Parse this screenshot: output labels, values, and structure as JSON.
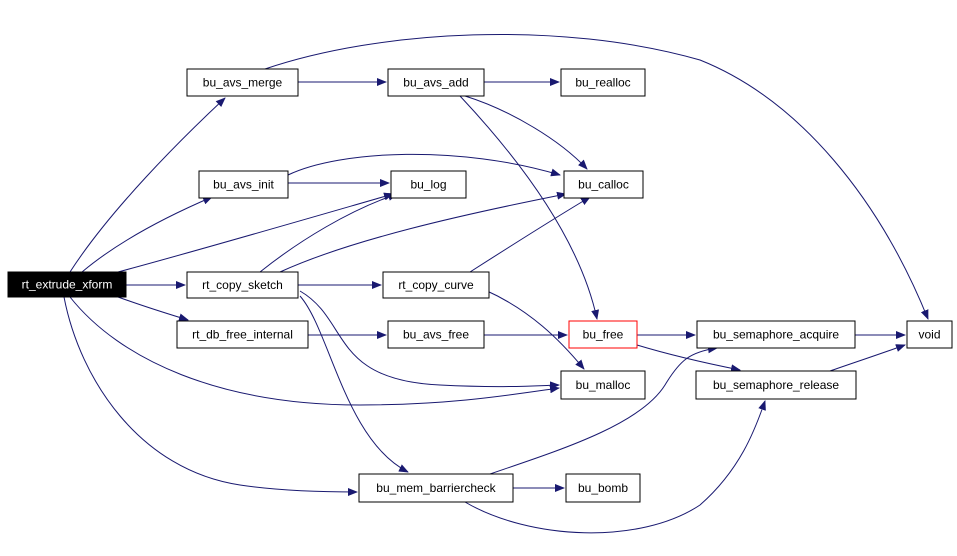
{
  "diagram": {
    "colors": {
      "edge": "#191970",
      "node_border": "#000000",
      "root_fill": "#000000",
      "root_text": "#ffffff",
      "highlight_border": "#ff0000",
      "node_fill": "#ffffff",
      "node_text": "#000000"
    },
    "nodes": [
      {
        "id": "rt_extrude_xform",
        "label": "rt_extrude_xform",
        "style": "root"
      },
      {
        "id": "bu_avs_merge",
        "label": "bu_avs_merge",
        "style": "normal"
      },
      {
        "id": "bu_avs_add",
        "label": "bu_avs_add",
        "style": "normal"
      },
      {
        "id": "bu_realloc",
        "label": "bu_realloc",
        "style": "normal"
      },
      {
        "id": "bu_avs_init",
        "label": "bu_avs_init",
        "style": "normal"
      },
      {
        "id": "bu_log",
        "label": "bu_log",
        "style": "normal"
      },
      {
        "id": "bu_calloc",
        "label": "bu_calloc",
        "style": "normal"
      },
      {
        "id": "rt_copy_sketch",
        "label": "rt_copy_sketch",
        "style": "normal"
      },
      {
        "id": "rt_copy_curve",
        "label": "rt_copy_curve",
        "style": "normal"
      },
      {
        "id": "rt_db_free_internal",
        "label": "rt_db_free_internal",
        "style": "normal"
      },
      {
        "id": "bu_avs_free",
        "label": "bu_avs_free",
        "style": "normal"
      },
      {
        "id": "bu_free",
        "label": "bu_free",
        "style": "highlight"
      },
      {
        "id": "bu_semaphore_acquire",
        "label": "bu_semaphore_acquire",
        "style": "normal"
      },
      {
        "id": "void",
        "label": "void",
        "style": "normal"
      },
      {
        "id": "bu_malloc",
        "label": "bu_malloc",
        "style": "normal"
      },
      {
        "id": "bu_semaphore_release",
        "label": "bu_semaphore_release",
        "style": "normal"
      },
      {
        "id": "bu_mem_barriercheck",
        "label": "bu_mem_barriercheck",
        "style": "normal"
      },
      {
        "id": "bu_bomb",
        "label": "bu_bomb",
        "style": "normal"
      }
    ],
    "edges": [
      {
        "from": "rt_extrude_xform",
        "to": "bu_avs_merge"
      },
      {
        "from": "rt_extrude_xform",
        "to": "bu_avs_init"
      },
      {
        "from": "rt_extrude_xform",
        "to": "bu_log"
      },
      {
        "from": "rt_extrude_xform",
        "to": "rt_copy_sketch"
      },
      {
        "from": "rt_extrude_xform",
        "to": "rt_db_free_internal"
      },
      {
        "from": "rt_extrude_xform",
        "to": "bu_malloc"
      },
      {
        "from": "rt_extrude_xform",
        "to": "bu_mem_barriercheck"
      },
      {
        "from": "bu_avs_merge",
        "to": "bu_avs_add"
      },
      {
        "from": "bu_avs_merge",
        "to": "void"
      },
      {
        "from": "bu_avs_add",
        "to": "bu_realloc"
      },
      {
        "from": "bu_avs_add",
        "to": "bu_calloc"
      },
      {
        "from": "bu_avs_add",
        "to": "bu_free"
      },
      {
        "from": "bu_avs_init",
        "to": "bu_log"
      },
      {
        "from": "bu_avs_init",
        "to": "bu_calloc"
      },
      {
        "from": "rt_copy_sketch",
        "to": "bu_log"
      },
      {
        "from": "rt_copy_sketch",
        "to": "bu_calloc"
      },
      {
        "from": "rt_copy_sketch",
        "to": "rt_copy_curve"
      },
      {
        "from": "rt_copy_sketch",
        "to": "bu_malloc"
      },
      {
        "from": "rt_copy_sketch",
        "to": "bu_mem_barriercheck"
      },
      {
        "from": "rt_copy_curve",
        "to": "bu_calloc"
      },
      {
        "from": "rt_copy_curve",
        "to": "bu_malloc"
      },
      {
        "from": "rt_db_free_internal",
        "to": "bu_avs_free"
      },
      {
        "from": "bu_avs_free",
        "to": "bu_free"
      },
      {
        "from": "bu_free",
        "to": "bu_semaphore_acquire"
      },
      {
        "from": "bu_free",
        "to": "bu_semaphore_release"
      },
      {
        "from": "bu_semaphore_acquire",
        "to": "void"
      },
      {
        "from": "bu_semaphore_release",
        "to": "void"
      },
      {
        "from": "bu_mem_barriercheck",
        "to": "bu_bomb"
      },
      {
        "from": "bu_mem_barriercheck",
        "to": "bu_semaphore_acquire"
      },
      {
        "from": "bu_mem_barriercheck",
        "to": "bu_semaphore_release"
      }
    ]
  }
}
